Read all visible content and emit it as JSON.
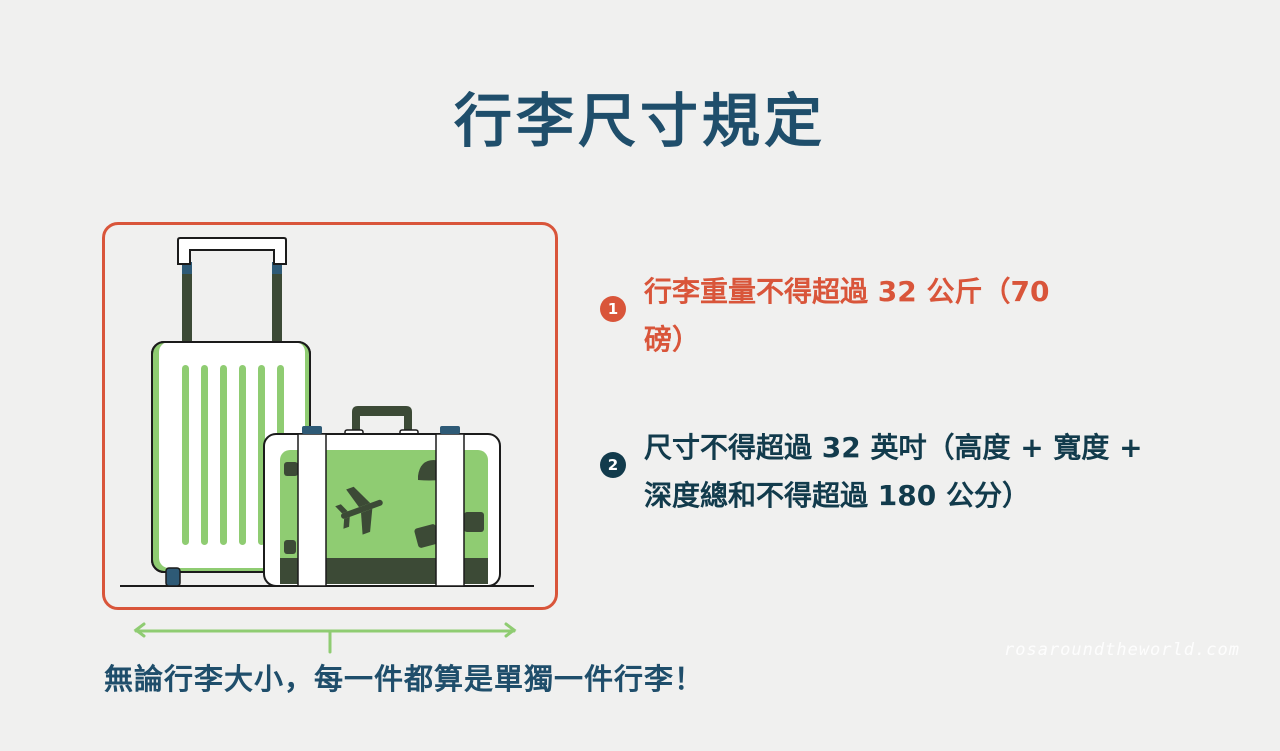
{
  "title": "行李尺寸規定",
  "rules": [
    {
      "number": "1",
      "text": "行李重量不得超過 32 公斤（70 磅）",
      "color": "#d9553a"
    },
    {
      "number": "2",
      "text": "尺寸不得超過 32 英吋（高度 + 寬度 + 深度總和不得超過 180 公分）",
      "color": "#123b4c"
    }
  ],
  "note": "無論行李大小，每一件都算是單獨一件行李！",
  "watermark": "rosaroundtheworld.com",
  "colors": {
    "title": "#1f4e6b",
    "accent_red": "#d9553a",
    "dark_navy": "#123b4c",
    "green": "#8fcc72",
    "dark_green": "#3c4a36",
    "background": "#f0f0ef"
  },
  "illustration": {
    "items": [
      "rolling-suitcase",
      "briefcase-suitcase"
    ],
    "stickers": [
      "airplane-icon",
      "hat-icon",
      "square-sticker"
    ]
  }
}
